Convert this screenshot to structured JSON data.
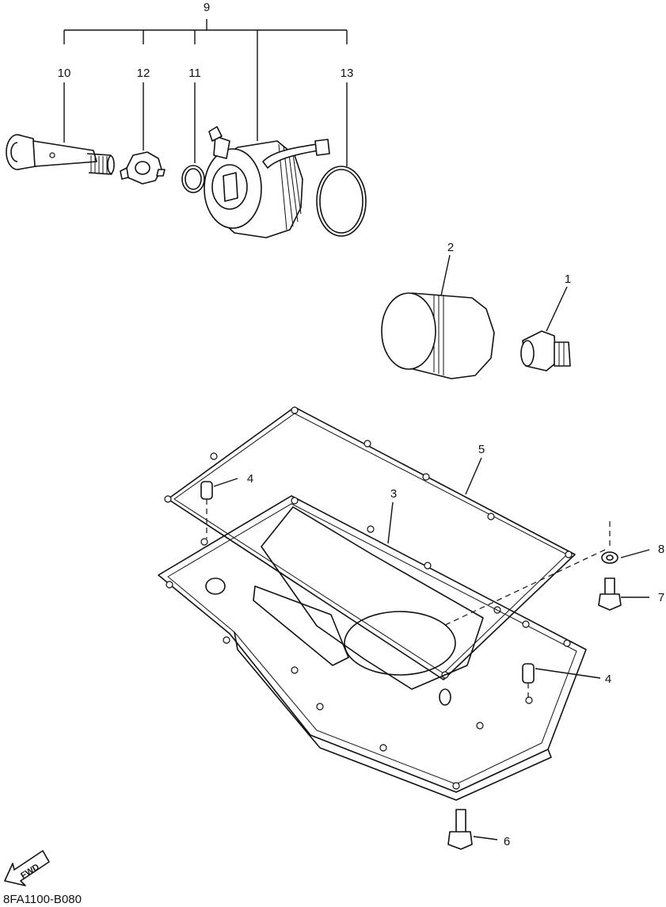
{
  "diagram": {
    "callouts": {
      "c1": "1",
      "c2": "2",
      "c3": "3",
      "c4a": "4",
      "c4b": "4",
      "c5": "5",
      "c6": "6",
      "c7": "7",
      "c8": "8",
      "c9": "9",
      "c10": "10",
      "c11": "11",
      "c12": "12",
      "c13": "13"
    },
    "drawing_code": "8FA1100-B080",
    "fwd_label": "FWD"
  }
}
